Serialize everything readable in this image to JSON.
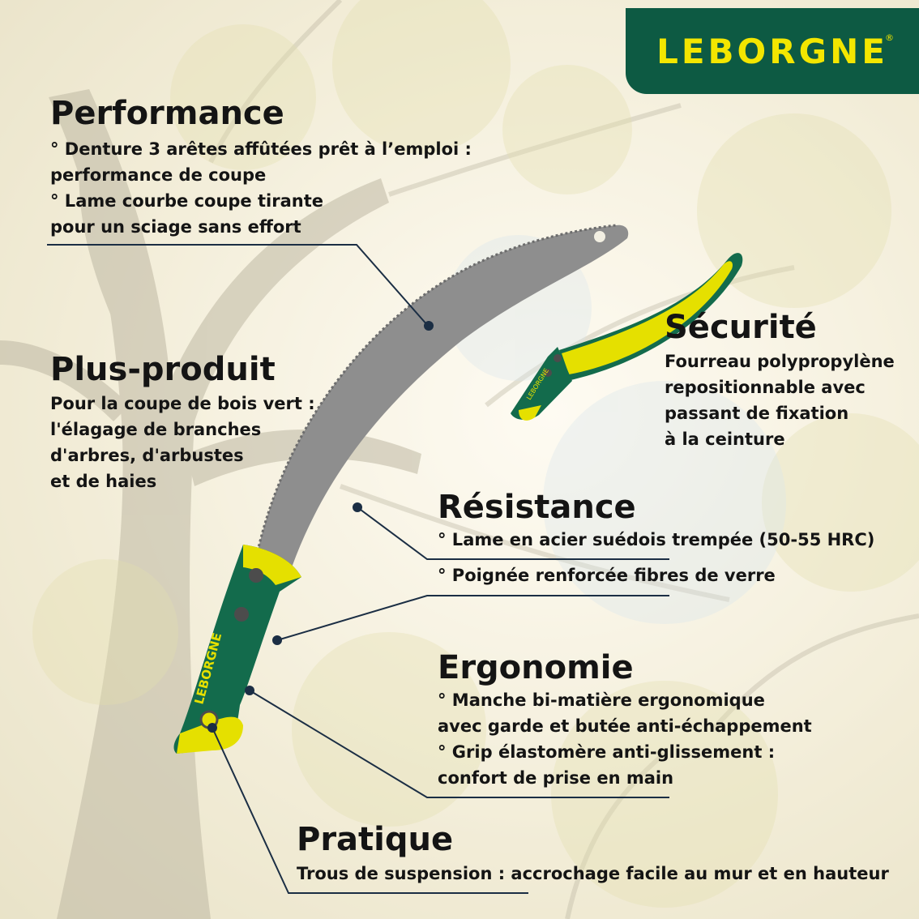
{
  "brand": {
    "logo_text": "LEBORGNE",
    "logo_mark": "®",
    "brand_color": "#0d5a43",
    "accent_color": "#f3e600"
  },
  "performance": {
    "title": "Performance",
    "lines": [
      "° Denture 3 arêtes affûtées prêt à l’emploi :",
      "performance de coupe",
      "° Lame courbe coupe tirante",
      "pour un sciage sans effort"
    ]
  },
  "plus_produit": {
    "title": "Plus-produit",
    "lines": [
      "Pour la coupe de bois vert :",
      "l'élagage de branches",
      "d'arbres, d'arbustes",
      "et de haies"
    ]
  },
  "securite": {
    "title": "Sécurité",
    "lines": [
      "Fourreau polypropylène",
      "repositionnable avec",
      "passant de fixation",
      "à la ceinture"
    ]
  },
  "resistance": {
    "title": "Résistance",
    "lines": [
      "° Lame en acier suédois trempée (50-55 HRC)",
      "° Poignée renforcée fibres de verre"
    ]
  },
  "ergonomie": {
    "title": "Ergonomie",
    "lines": [
      "° Manche bi-matière ergonomique",
      "avec garde et butée anti-échappement",
      "° Grip élastomère anti-glissement :",
      "confort de prise en main"
    ]
  },
  "pratique": {
    "title": "Pratique",
    "lines": [
      "Trous de suspension : accrochage facile au mur et en hauteur"
    ]
  },
  "product": {
    "handle_text": "LEBORGNE",
    "sheath_text": "LEBORGNE",
    "blade_color": "#8e8e8e",
    "handle_green": "#136b4c",
    "handle_yellow": "#e5e000"
  }
}
